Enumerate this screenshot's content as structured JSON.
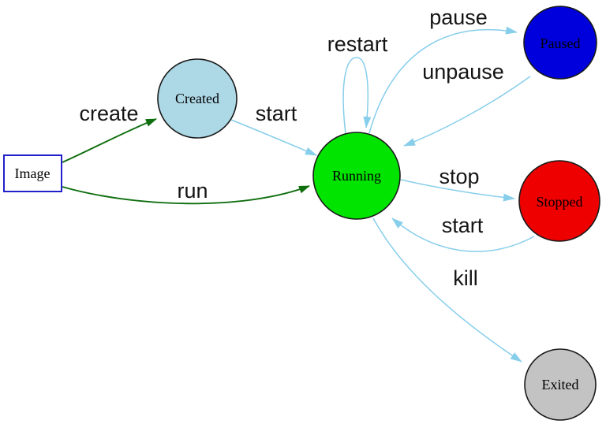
{
  "diagram": {
    "title": "container-lifecycle-state-diagram",
    "colors": {
      "edge_blue": "#87ceeb",
      "edge_green": "#0e6e0e",
      "node_border": "#1a1a1a",
      "background": "#ffffff"
    },
    "nodes": {
      "image": {
        "label": "Image",
        "shape": "rectangle",
        "fill": "#ffffff",
        "border": "#2121cc"
      },
      "created": {
        "label": "Created",
        "shape": "circle",
        "fill": "#add8e6"
      },
      "running": {
        "label": "Running",
        "shape": "circle",
        "fill": "#00e400"
      },
      "paused": {
        "label": "Paused",
        "shape": "circle",
        "fill": "#0000dc"
      },
      "stopped": {
        "label": "Stopped",
        "shape": "circle",
        "fill": "#ee0000"
      },
      "exited": {
        "label": "Exited",
        "shape": "circle",
        "fill": "#c3c3c3"
      }
    },
    "edges": {
      "create": {
        "label": "create",
        "from": "Image",
        "to": "Created",
        "color": "green"
      },
      "run": {
        "label": "run",
        "from": "Image",
        "to": "Running",
        "color": "green"
      },
      "start_from_created": {
        "label": "start",
        "from": "Created",
        "to": "Running",
        "color": "blue"
      },
      "restart": {
        "label": "restart",
        "from": "Running",
        "to": "Running",
        "color": "blue"
      },
      "pause": {
        "label": "pause",
        "from": "Running",
        "to": "Paused",
        "color": "blue"
      },
      "unpause": {
        "label": "unpause",
        "from": "Paused",
        "to": "Running",
        "color": "blue"
      },
      "stop": {
        "label": "stop",
        "from": "Running",
        "to": "Stopped",
        "color": "blue"
      },
      "start_from_stopped": {
        "label": "start",
        "from": "Stopped",
        "to": "Running",
        "color": "blue"
      },
      "kill": {
        "label": "kill",
        "from": "Running",
        "to": "Exited",
        "color": "blue"
      }
    }
  }
}
